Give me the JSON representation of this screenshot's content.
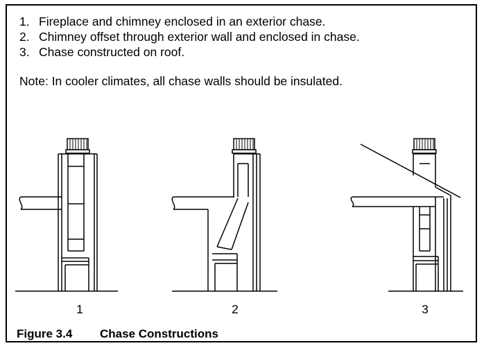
{
  "notes": [
    {
      "num": "1.",
      "text": "Fireplace and chimney enclosed in an exterior chase."
    },
    {
      "num": "2.",
      "text": "Chimney offset through exterior wall and enclosed in chase."
    },
    {
      "num": "3.",
      "text": "Chase constructed on roof."
    }
  ],
  "remark": "Note: In cooler climates, all chase walls should be insulated.",
  "labels": [
    "1",
    "2",
    "3"
  ],
  "caption": {
    "number": "Figure 3.4",
    "title": "Chase Constructions"
  },
  "colors": {
    "line": "#000000",
    "background": "#ffffff"
  }
}
